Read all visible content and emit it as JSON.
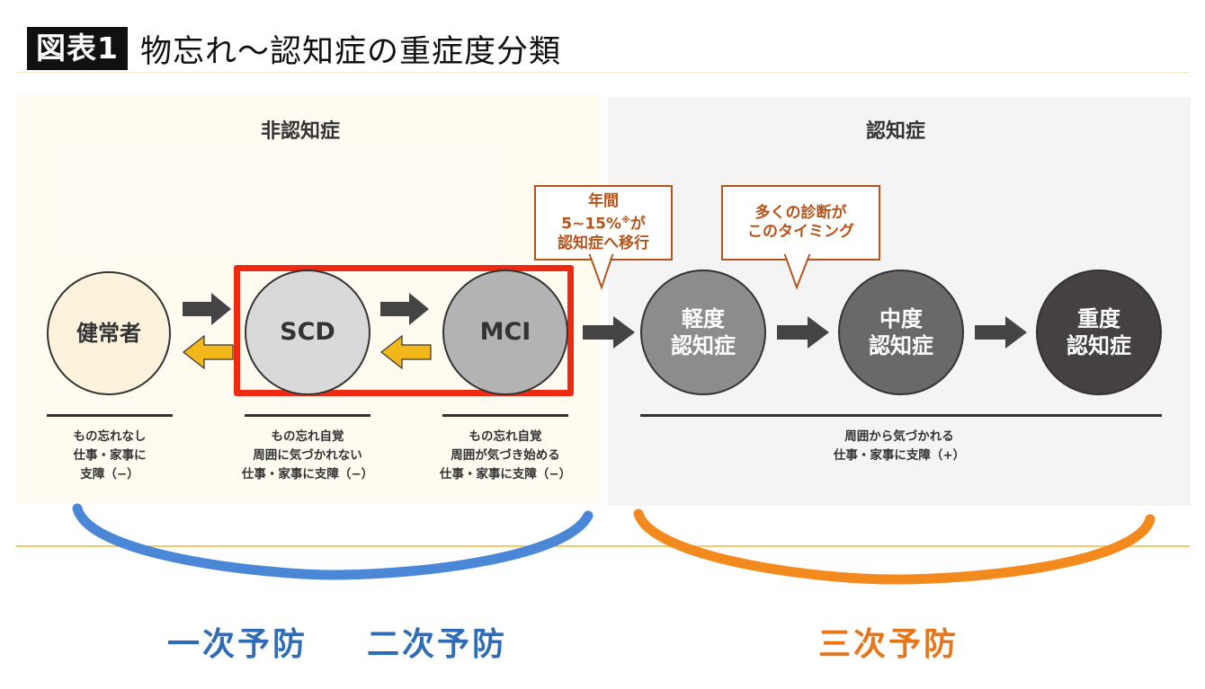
{
  "title": {
    "badge": "図表1",
    "text": "物忘れ〜認知症の重症度分類"
  },
  "panels": {
    "non_dementia": {
      "heading": "非認知症",
      "bg_color": "#fffbf0"
    },
    "dementia": {
      "heading": "認知症",
      "bg_color": "#f4f4f4"
    }
  },
  "callouts": [
    {
      "lines": [
        "年間",
        "5~15%",
        "が",
        "認知症へ移行"
      ],
      "footnote_mark": "※",
      "color": "#b5541a"
    },
    {
      "lines": [
        "多くの診断が",
        "このタイミング"
      ],
      "color": "#b5541a"
    }
  ],
  "nodes": [
    {
      "id": "healthy",
      "lines": [
        "健常者"
      ],
      "fill": "#fdf3dc",
      "text_color": "#333333"
    },
    {
      "id": "scd",
      "lines": [
        "SCD"
      ],
      "fill": "#d9d9d9",
      "text_color": "#333333"
    },
    {
      "id": "mci",
      "lines": [
        "MCI"
      ],
      "fill": "#b3b3b3",
      "text_color": "#333333"
    },
    {
      "id": "mild",
      "lines": [
        "軽度",
        "認知症"
      ],
      "fill": "#8c8c8c",
      "text_color": "#ffffff"
    },
    {
      "id": "moderate",
      "lines": [
        "中度",
        "認知症"
      ],
      "fill": "#6b6868",
      "text_color": "#ffffff"
    },
    {
      "id": "severe",
      "lines": [
        "重度",
        "認知症"
      ],
      "fill": "#454141",
      "text_color": "#ffffff"
    }
  ],
  "highlight": {
    "encloses": [
      "SCD",
      "MCI"
    ],
    "color": "#ee2a12"
  },
  "arrows": {
    "forward_color": "#444444",
    "backward_color": "#f2b81a",
    "forward": [
      "健常者→SCD",
      "SCD→MCI",
      "MCI→軽度認知症",
      "軽度認知症→中度認知症",
      "中度認知症→重度認知症"
    ],
    "backward": [
      "SCD→健常者",
      "MCI→SCD"
    ]
  },
  "descriptions": [
    {
      "lines": [
        "もの忘れなし",
        "仕事・家事に",
        "支障（−）"
      ]
    },
    {
      "lines": [
        "もの忘れ自覚",
        "周囲に気づかれない",
        "仕事・家事に支障（−）"
      ]
    },
    {
      "lines": [
        "もの忘れ自覚",
        "周囲が気づき始める",
        "仕事・家事に支障（−）"
      ]
    },
    {
      "lines": [
        "周囲から気づかれる",
        "仕事・家事に支障（+）"
      ]
    }
  ],
  "prevention": {
    "primary": {
      "label": "一次予防",
      "color": "#2f6cb5"
    },
    "secondary": {
      "label": "二次予防",
      "color": "#2f6cb5"
    },
    "tertiary": {
      "label": "三次予防",
      "color": "#e5761a"
    },
    "bracket_blue": "#4a87d6",
    "bracket_orange": "#f28a1e"
  }
}
